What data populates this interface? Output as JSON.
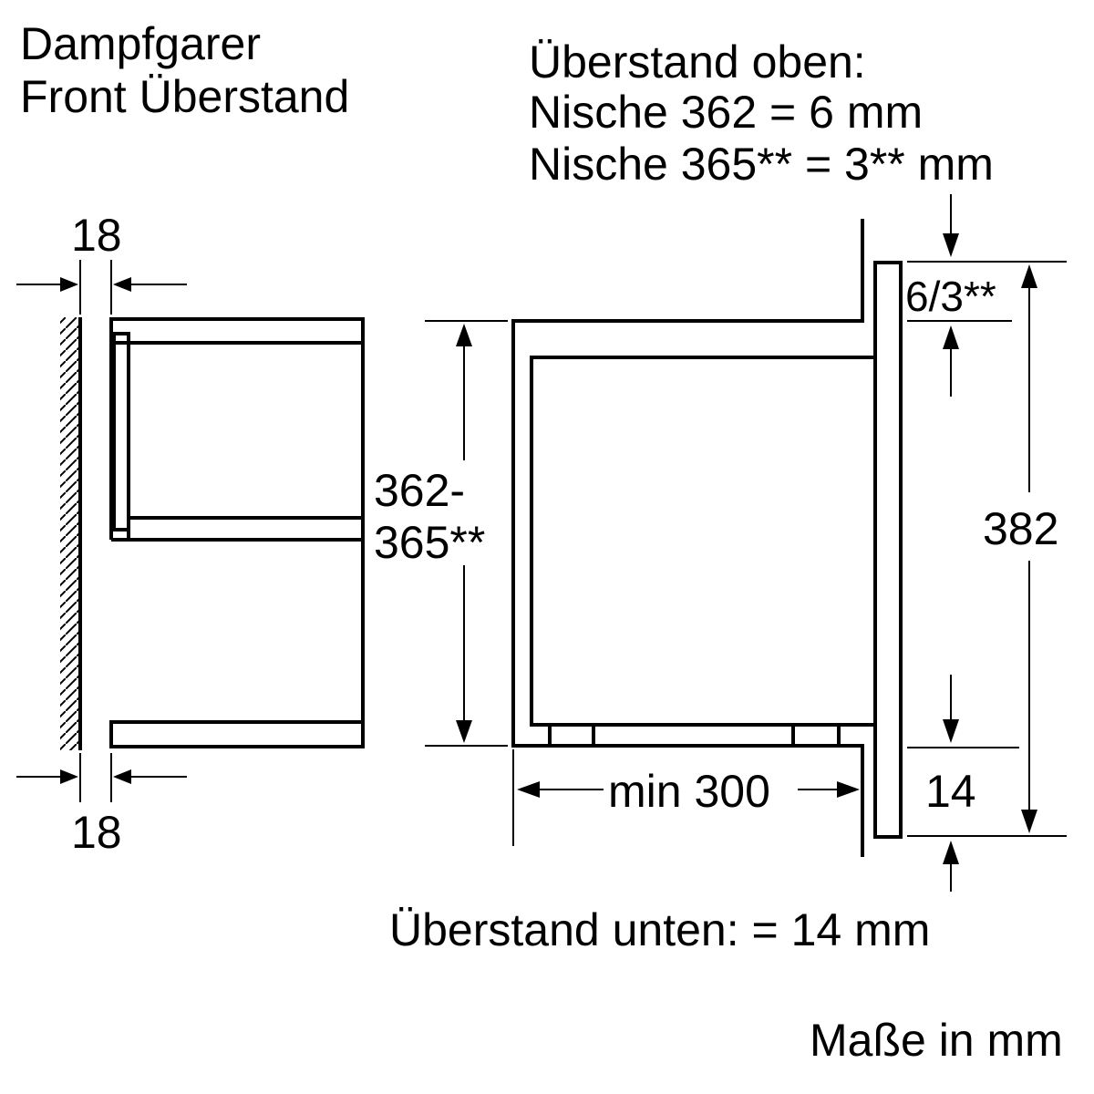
{
  "title": {
    "line1": "Dampfgarer",
    "line2": "Front Überstand"
  },
  "top_note": {
    "line1": "Überstand oben:",
    "line2": "Nische 362 = 6 mm",
    "line3": "Nische 365** = 3** mm"
  },
  "dimensions": {
    "side_thickness_top": "18",
    "side_thickness_bottom": "18",
    "niche_height_line1": "362-",
    "niche_height_line2": "365**",
    "top_overhang": "6/3**",
    "total_height": "382",
    "min_depth": "min 300",
    "bottom_overhang": "14"
  },
  "bottom_note": "Überstand unten: = 14 mm",
  "units_note": "Maße in mm"
}
